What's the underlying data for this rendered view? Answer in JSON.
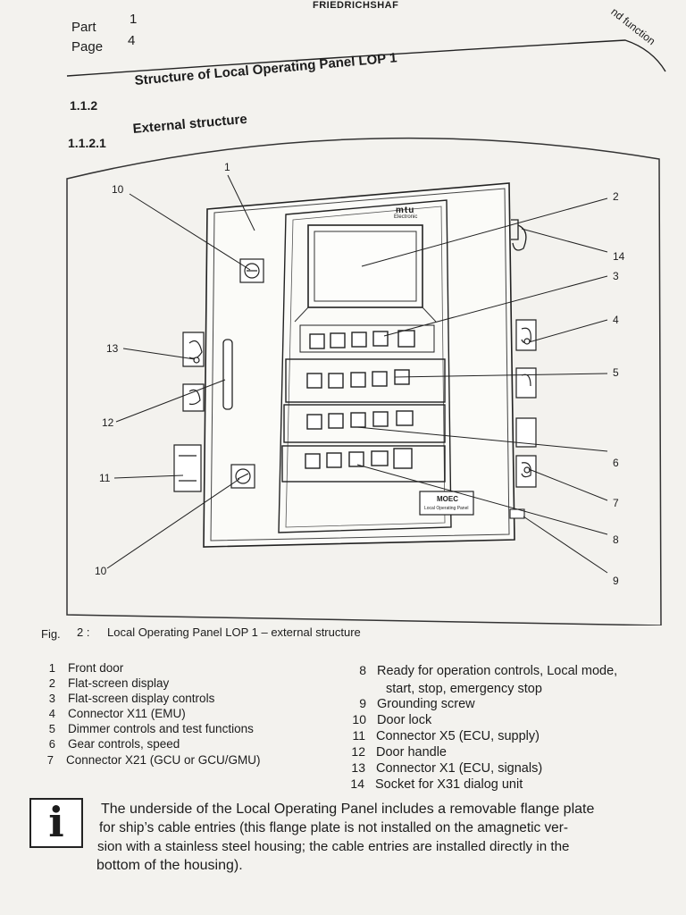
{
  "header": {
    "company": "FRIEDRICHSHAF",
    "corner_text": "nd function",
    "part_label": "Part",
    "part_value": "1",
    "page_label": "Page",
    "page_value": "4"
  },
  "sections": [
    {
      "number": "1.1.2",
      "title": "Structure of Local Operating Panel LOP 1"
    },
    {
      "number": "1.1.2.1",
      "title": "External structure"
    }
  ],
  "figure": {
    "brand_logo": "mtu",
    "brand_sub": "Electronic",
    "label_title": "MOEC",
    "label_sub": "Local Operating Panel",
    "callouts": [
      "1",
      "2",
      "3",
      "4",
      "5",
      "6",
      "7",
      "8",
      "9",
      "10",
      "10",
      "11",
      "12",
      "13",
      "14"
    ],
    "caption": {
      "label": "Fig.",
      "number": "2 :",
      "text": "Local Operating Panel LOP 1 – external structure"
    }
  },
  "legend_left": [
    {
      "num": "1",
      "text": "Front door"
    },
    {
      "num": "2",
      "text": "Flat-screen display"
    },
    {
      "num": "3",
      "text": "Flat-screen display controls"
    },
    {
      "num": "4",
      "text": "Connector X11 (EMU)"
    },
    {
      "num": "5",
      "text": "Dimmer controls and test functions"
    },
    {
      "num": "6",
      "text": "Gear controls, speed"
    },
    {
      "num": "7",
      "text": "Connector X21 (GCU or GCU/GMU)"
    }
  ],
  "legend_right": [
    {
      "num": "8",
      "text": "Ready for operation controls, Local mode,",
      "text2": "start, stop, emergency stop"
    },
    {
      "num": "9",
      "text": "Grounding screw"
    },
    {
      "num": "10",
      "text": "Door lock"
    },
    {
      "num": "11",
      "text": "Connector X5 (ECU, supply)"
    },
    {
      "num": "12",
      "text": "Door handle"
    },
    {
      "num": "13",
      "text": "Connector X1 (ECU, signals)"
    },
    {
      "num": "14",
      "text": "Socket for X31 dialog unit"
    }
  ],
  "note": {
    "icon": "info-icon",
    "glyph": "i",
    "lines": [
      "The underside of the Local Operating Panel includes a removable flange plate",
      "for ship’s cable entries (this flange plate is not installed on the amagnetic ver-",
      "sion with a stainless steel housing; the cable entries are installed directly in the",
      "bottom of the housing)."
    ]
  }
}
